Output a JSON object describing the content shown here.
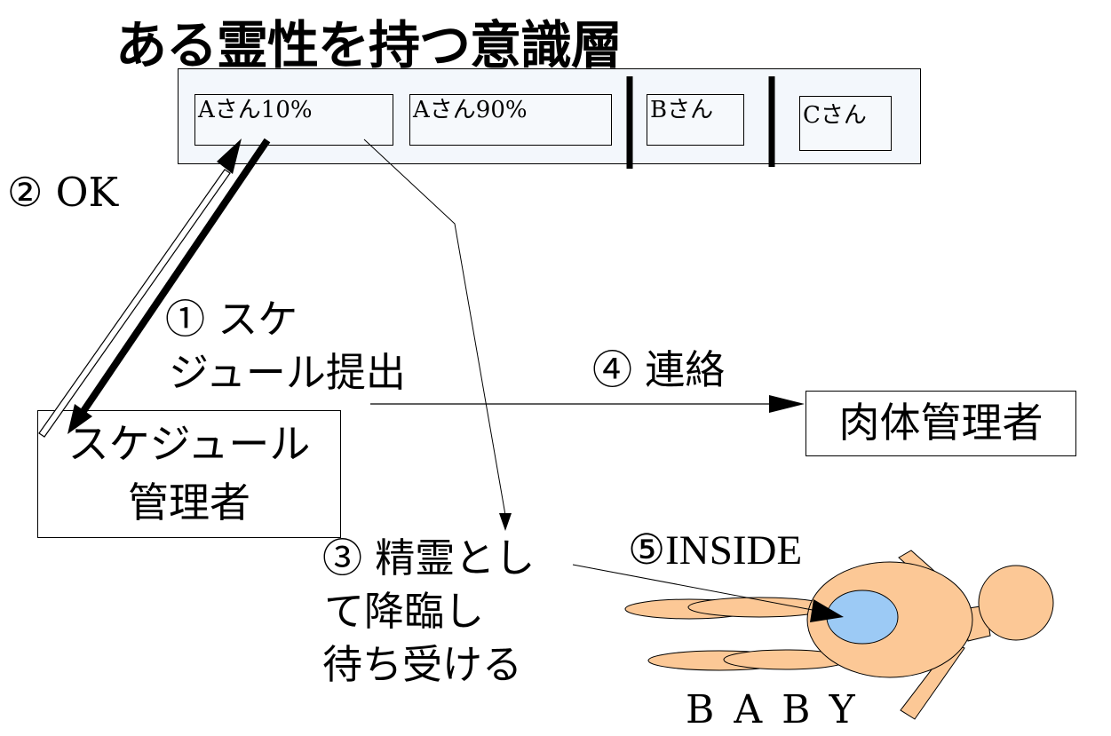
{
  "title": "ある霊性を持つ意識層",
  "layer_cells": [
    "Aさん10%",
    "Aさん90%",
    "Bさん",
    "Cさん"
  ],
  "labels": {
    "ok": "② OK",
    "submit_line1": "① スケ",
    "submit_line2": "ジュール提出",
    "contact": "④ 連絡",
    "descend_line1": "③ 精霊とし",
    "descend_line2": "て降臨し",
    "descend_line3": "待ち受ける",
    "inside": "⑤INSIDE",
    "baby": "BABY"
  },
  "nodes": {
    "scheduler_line1": "スケジュール",
    "scheduler_line2": "管理者",
    "body_manager": "肉体管理者"
  },
  "colors": {
    "panel_bg": "#f3f7fc",
    "baby_body": "#fcc896",
    "baby_soul": "#9ccaf5",
    "stroke": "#000000"
  }
}
